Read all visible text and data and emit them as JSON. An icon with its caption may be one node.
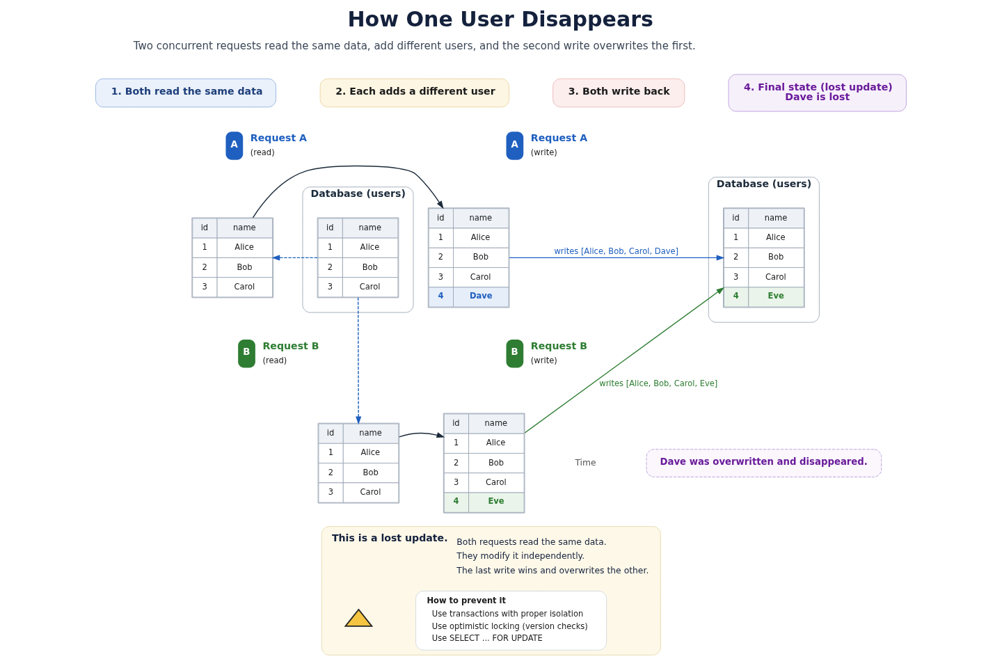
{
  "diagram": {
    "title": "How One User Disappears",
    "nodes": [
      {
        "text": [
          "1. Both read the same data"
        ]
      },
      {
        "text": [
          "2. Each adds a different user"
        ]
      },
      {
        "text": [
          "3. Both write back"
        ]
      },
      {
        "text": [
          "4. Final state (lost update)",
          "Dave is lost"
        ]
      },
      {
        "text": [
          "Database (users)"
        ]
      },
      {
        "text": [
          "id",
          "name",
          "1",
          "Alice",
          "2",
          "Bob",
          "3",
          "Carol"
        ],
        "in": 4
      },
      {
        "text": [
          "A"
        ],
        "beside": [
          "Request A",
          "(read)"
        ]
      },
      {
        "text": [
          "id",
          "name",
          "1",
          "Alice",
          "2",
          "Bob",
          "3",
          "Carol"
        ]
      },
      {
        "text": [
          "B"
        ],
        "beside": [
          "Request B",
          "(read)"
        ]
      },
      {
        "text": [
          "id",
          "name",
          "1",
          "Alice",
          "2",
          "Bob",
          "3",
          "Carol"
        ]
      },
      {
        "text": [
          "id",
          "name",
          "1",
          "Alice",
          "2",
          "Bob",
          "3",
          "Carol",
          "4",
          "Dave"
        ]
      },
      {
        "text": [
          "A"
        ],
        "beside": [
          "Request A",
          "(write)"
        ]
      },
      {
        "text": [
          "id",
          "name",
          "1",
          "Alice",
          "2",
          "Bob",
          "3",
          "Carol",
          "4",
          "Eve"
        ]
      },
      {
        "text": [
          "B"
        ],
        "beside": [
          "Request B",
          "(write)"
        ]
      },
      {
        "text": [
          "Database (users)"
        ]
      },
      {
        "text": [
          "id",
          "name",
          "1",
          "Alice",
          "2",
          "Bob",
          "3",
          "Carol",
          "4",
          "Eve"
        ],
        "in": 14
      },
      {
        "text": [
          "Dave was overwritten and disappeared."
        ]
      },
      {
        "text": [
          "This is a lost update.",
          "Both requests read the same data.",
          "They modify it independently.",
          "The last write wins and overwrites the other."
        ]
      },
      {
        "text": [
          "How to prevent it",
          "Use transactions with proper isolation",
          "Use optimistic locking (version checks)",
          "Use SELECT ... FOR UPDATE"
        ],
        "in": 17
      },
      {
        "text": [],
        "shape": "triangle",
        "in": 17
      }
    ],
    "edges": [
      {
        "from": 5,
        "to": 7,
        "arrow": "to",
        "style": "dashed",
        "color": "#1f5fbf"
      },
      {
        "from": 5,
        "to": 9,
        "arrow": "to",
        "style": "dashed",
        "color": "#1f5fbf"
      },
      {
        "from": 7,
        "to": 10,
        "arrow": "to",
        "color": "#1b2a3a"
      },
      {
        "from": 9,
        "to": 12,
        "arrow": "to",
        "color": "#1b2a3a"
      },
      {
        "from": 10,
        "to": 15,
        "arrow": "to",
        "label": "writes [Alice, Bob, Carol, Dave]",
        "color": "#1f5fbf"
      },
      {
        "from": 12,
        "to": 15,
        "arrow": "to",
        "label": "writes [Alice, Bob, Carol, Eve]",
        "color": "#2e7d32"
      }
    ],
    "labels": [
      "Two concurrent requests read the same data, add different users, and the second write overwrites the first.",
      "Time"
    ]
  }
}
